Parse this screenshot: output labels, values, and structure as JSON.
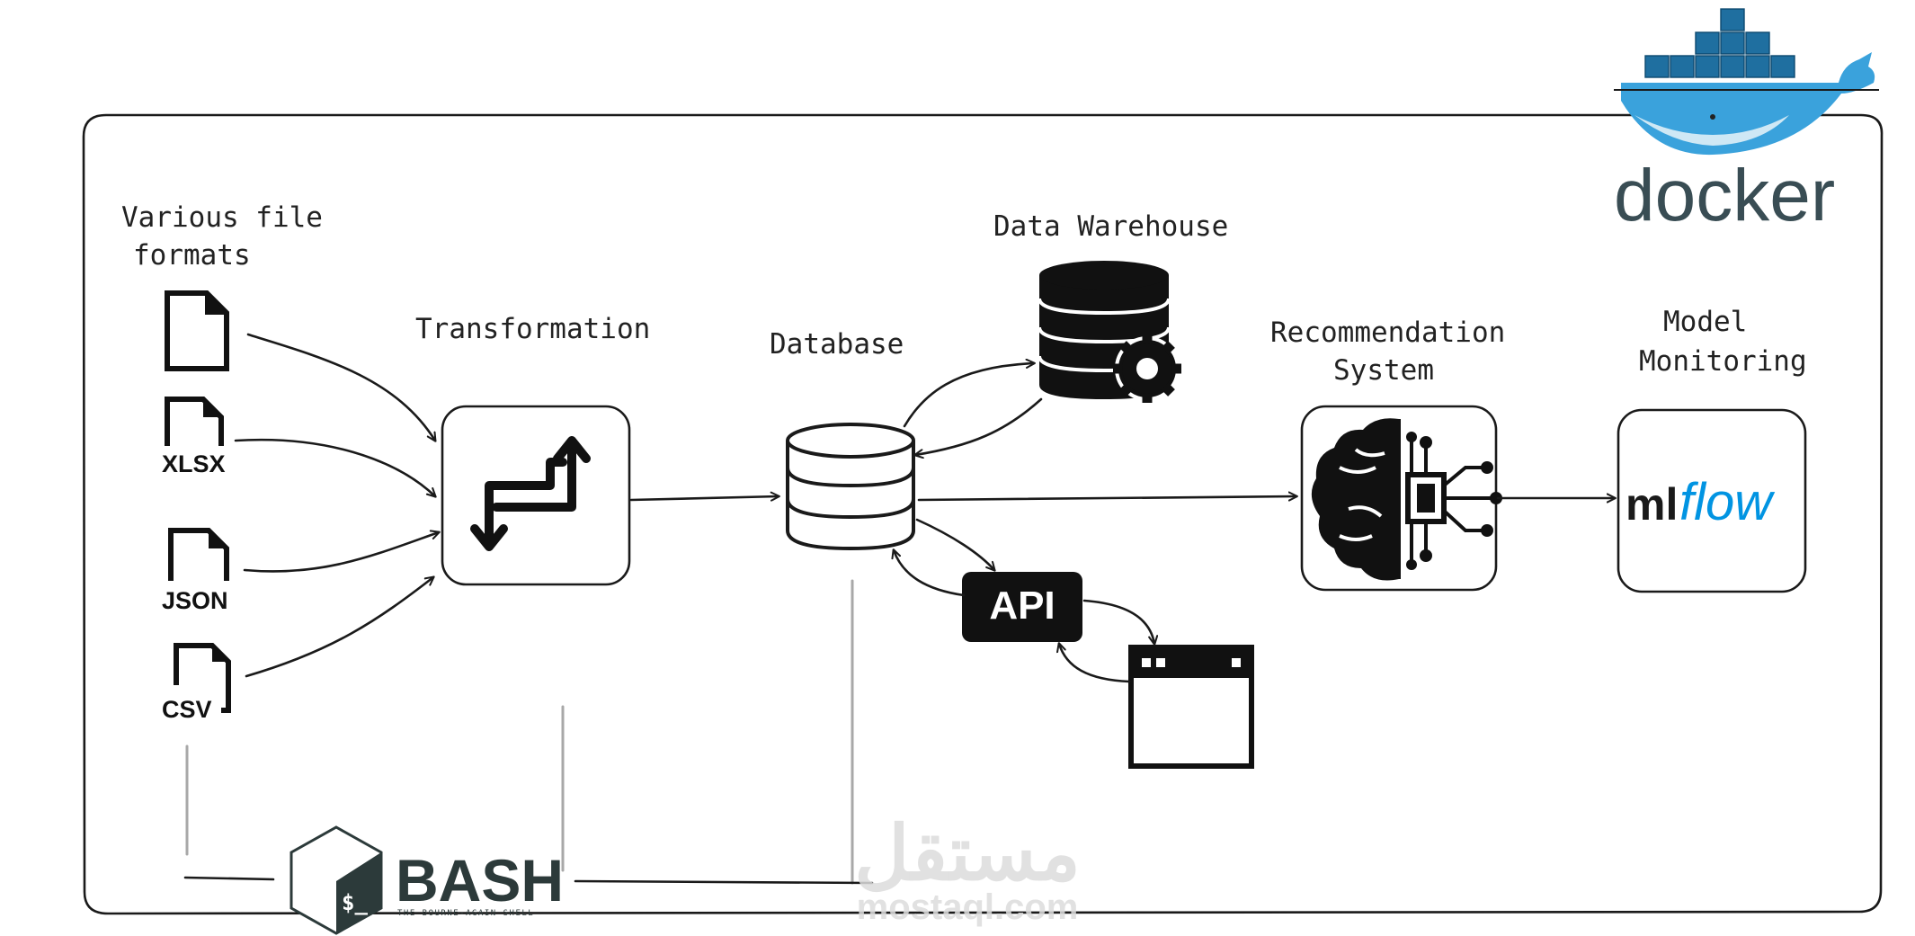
{
  "labels": {
    "file_formats": [
      "Various file",
      "formats"
    ],
    "transformation": "Transformation",
    "database": "Database",
    "data_warehouse": "Data Warehouse",
    "recommendation": [
      "Recommendation",
      "System"
    ],
    "model_monitoring": [
      "Model",
      "Monitoring"
    ]
  },
  "file_types": [
    "XLSX",
    "JSON",
    "CSV"
  ],
  "api_label": "API",
  "logos": {
    "docker": "docker",
    "mlflow_ml": "ml",
    "mlflow_flow": "flow",
    "bash": "BASH",
    "bash_tagline": "THE BOURNE-AGAIN SHELL",
    "bash_prompt": "$_"
  },
  "watermark": {
    "arabic": "مستقل",
    "latin": "mostaql.com"
  },
  "colors": {
    "ink": "#1a1a1a",
    "docker_blue": "#1d63ed",
    "docker_text": "#394d54",
    "mlflow_blue": "#0194e2",
    "bash_dark": "#2c3a3a",
    "bash_green": "#4eaa25"
  }
}
